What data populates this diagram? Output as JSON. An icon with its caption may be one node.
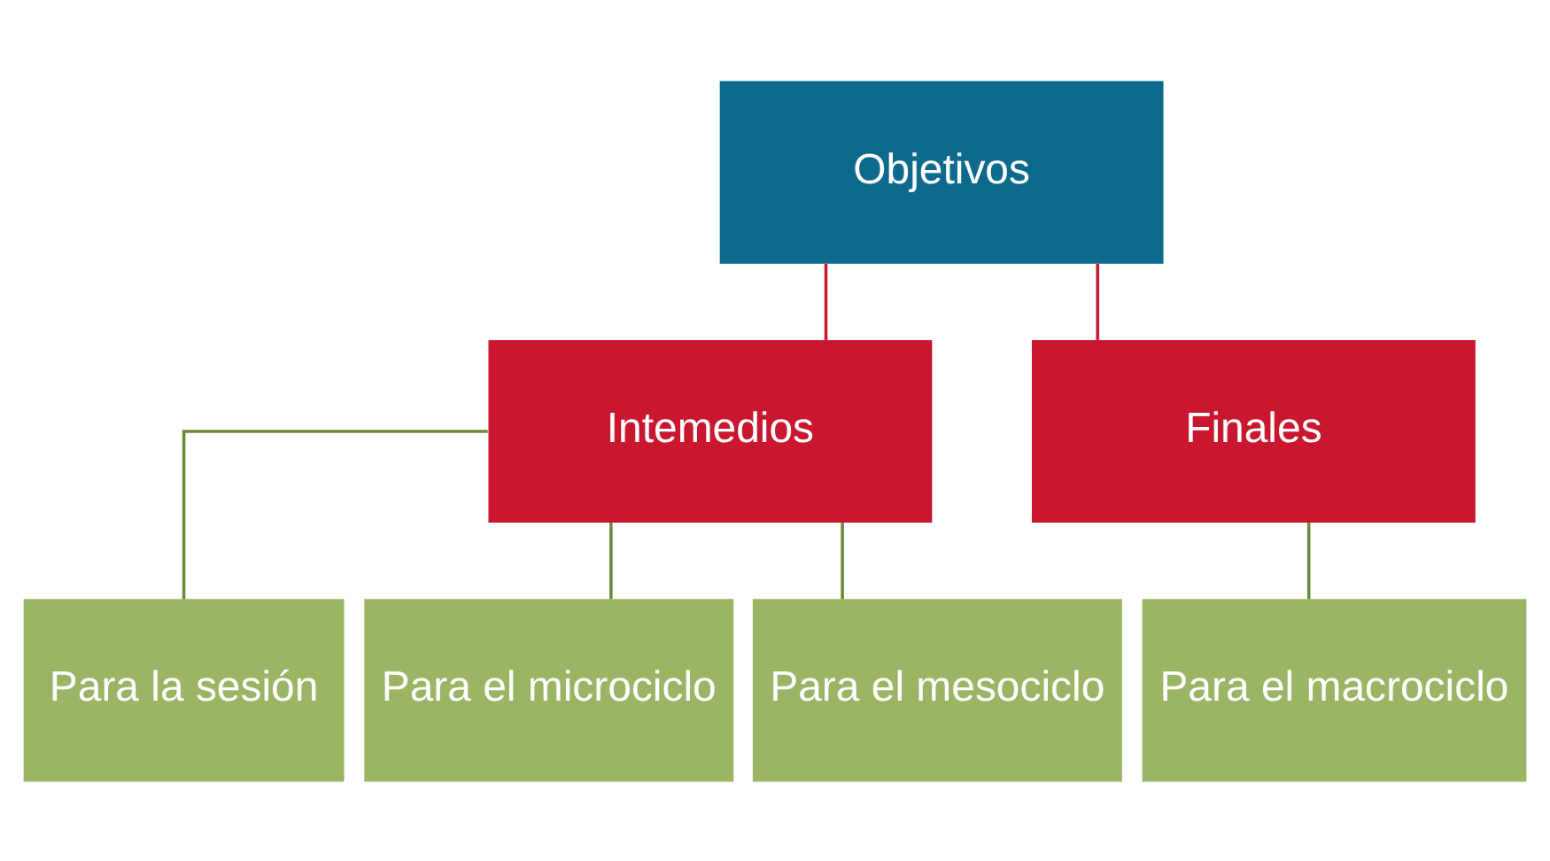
{
  "diagram": {
    "nodes": [
      {
        "text": [
          "Objetivos"
        ]
      },
      {
        "text": [
          "Intemedios"
        ]
      },
      {
        "text": [
          "Finales"
        ]
      },
      {
        "text": [
          "Para la sesión"
        ]
      },
      {
        "text": [
          "Para el microciclo"
        ]
      },
      {
        "text": [
          "Para el mesociclo"
        ]
      },
      {
        "text": [
          "Para el macrociclo"
        ]
      }
    ],
    "edges": [
      {
        "from": 0,
        "to": 1,
        "arrow": "none",
        "color": "#c8172f"
      },
      {
        "from": 0,
        "to": 2,
        "arrow": "none",
        "color": "#c8172f"
      },
      {
        "from": 1,
        "to": 3,
        "arrow": "none"
      },
      {
        "from": 1,
        "to": 4,
        "arrow": "none"
      },
      {
        "from": 1,
        "to": 5,
        "arrow": "none"
      },
      {
        "from": 2,
        "to": 6,
        "arrow": "none"
      }
    ]
  }
}
